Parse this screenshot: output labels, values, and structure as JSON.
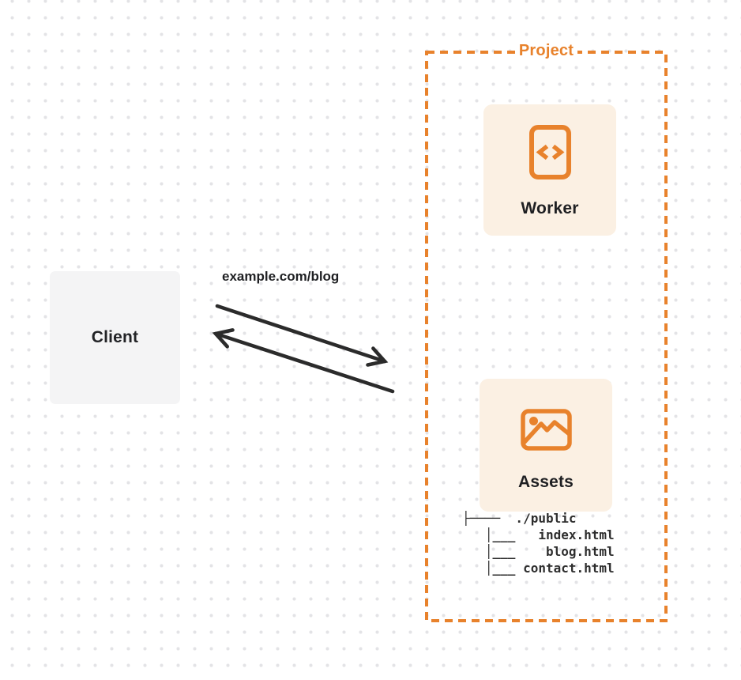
{
  "client": {
    "label": "Client"
  },
  "request": {
    "url_label": "example.com/blog"
  },
  "project": {
    "label": "Project",
    "worker": {
      "label": "Worker",
      "icon": "code-icon"
    },
    "assets": {
      "label": "Assets",
      "icon": "image-icon",
      "file_tree": "├────  ./public\n   │___   index.html\n   │___    blog.html\n   │___ contact.html"
    }
  },
  "colors": {
    "accent_orange": "#e8822c",
    "card_background": "#fbf0e3",
    "client_background": "#f4f4f5",
    "arrow_black": "#2b2b2b",
    "dot_grid": "#e3e3e6"
  }
}
